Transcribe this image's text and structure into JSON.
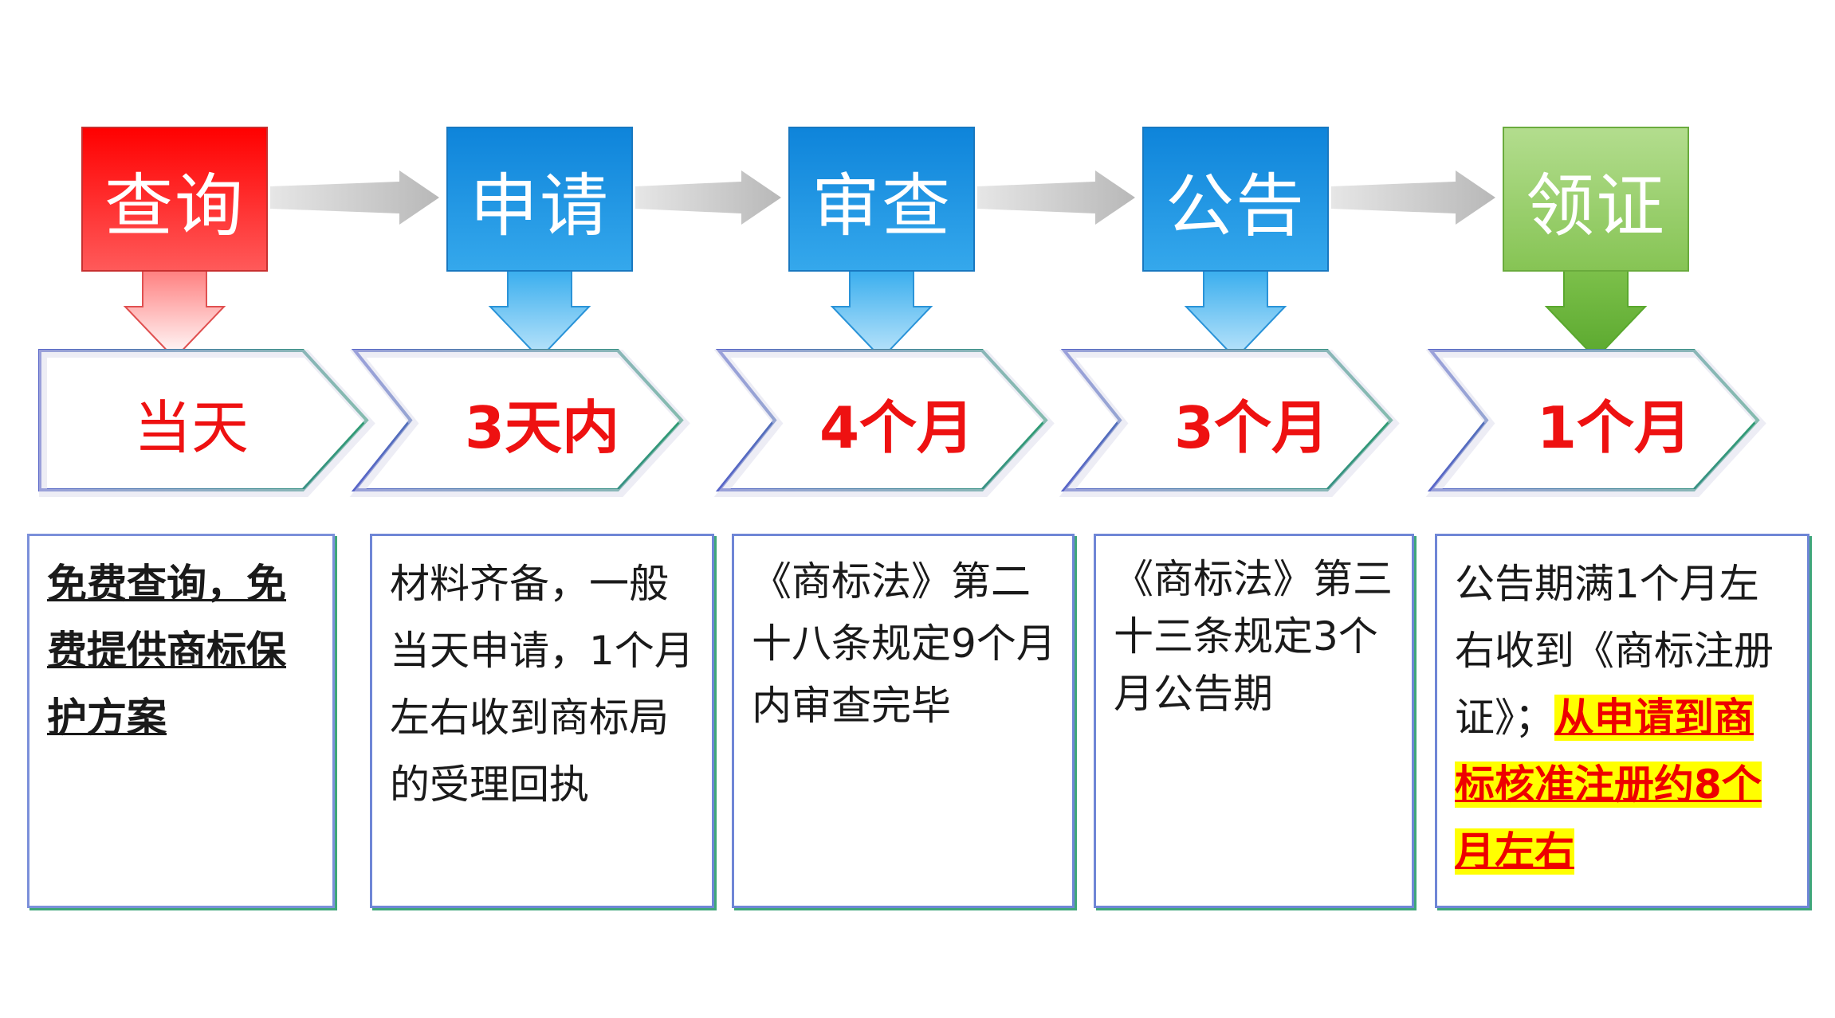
{
  "colors": {
    "red_top": "#ff4444",
    "red_bottom": "#ff0000",
    "blue_top": "#1a8fe0",
    "blue_bottom": "#4bb8f0",
    "green_top": "#a8d880",
    "green_bottom": "#7cc04a",
    "duration_text": "#ee1111",
    "highlight_bg": "#ffff00",
    "highlight_text": "#ee0000",
    "connector_arrow": "#c0c0c0",
    "chevron_border_left": "#5865c8",
    "chevron_border_right": "#2e9b72"
  },
  "stages": [
    {
      "label": "查询",
      "color": "red",
      "duration": "当天"
    },
    {
      "label": "申请",
      "color": "blue",
      "duration": "3天内"
    },
    {
      "label": "审查",
      "color": "blue",
      "duration": "4个月"
    },
    {
      "label": "公告",
      "color": "blue",
      "duration": "3个月"
    },
    {
      "label": "领证",
      "color": "green",
      "duration": "1个月"
    }
  ],
  "descriptions": {
    "d0": "免费查询，免费提供商标保护方案",
    "d1": "材料齐备，一般当天申请，1个月左右收到商标局的受理回执",
    "d2": "《商标法》第二十八条规定9个月内审查完毕",
    "d3": "《商标法》第三十三条规定3个月公告期",
    "d4_plain": "公告期满1个月左右收到《商标注册证》；",
    "d4_highlight": "从申请到商标核准注册约8个月左右"
  }
}
